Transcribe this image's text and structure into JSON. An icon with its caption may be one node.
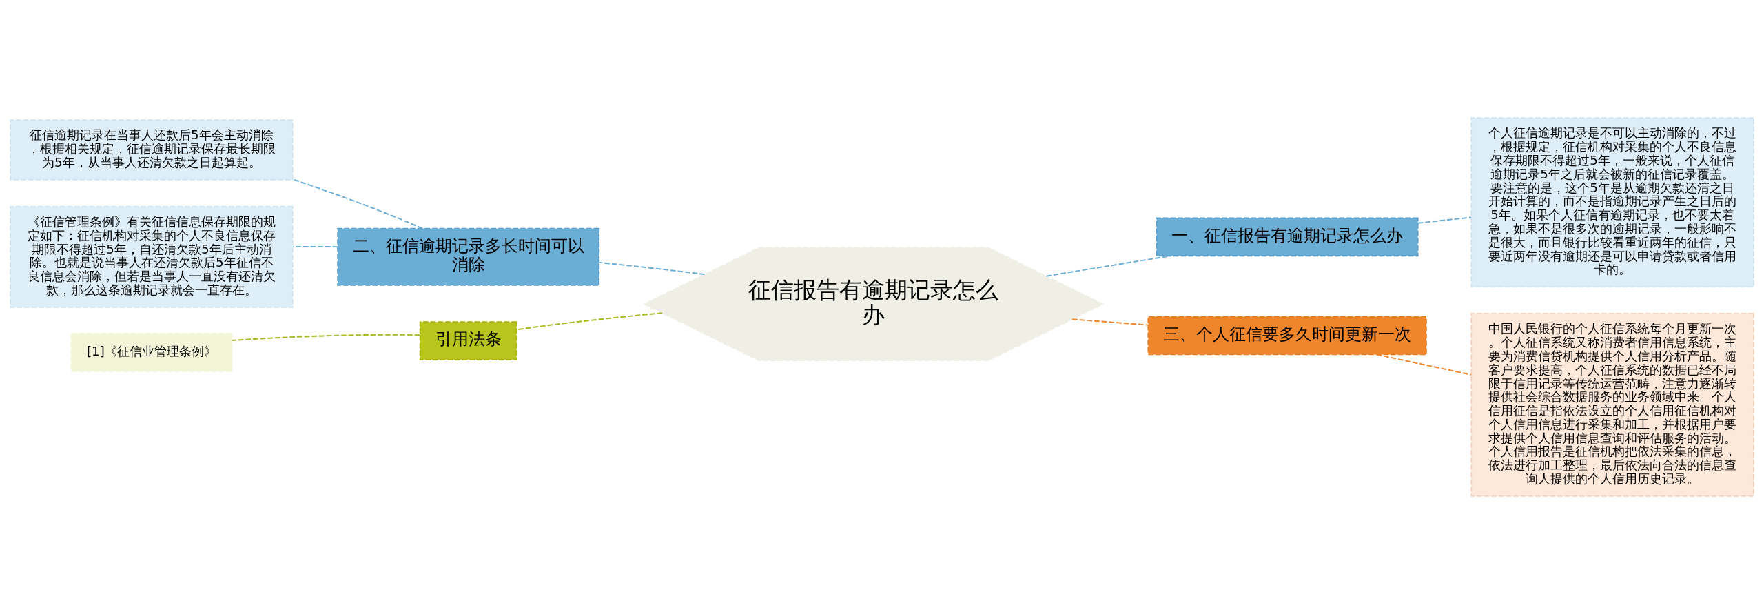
{
  "diagram": {
    "nodes": [
      {
        "text": [
          "征信报告有逾期记录怎么办"
        ]
      },
      {
        "text": [
          "一、征信报告有逾期记录怎么办"
        ]
      },
      {
        "text": [
          "个人征信逾期记录是不可以主动消除的，不过，根据规定，征信机构对采集的个人不良信息保存期限不得超过5年，一般来说，个人征信逾期记录5年之后就会被新的征信记录覆盖。要注意的是，这个5年是从逾期欠款还清之日开始计算的，而不是指逾期记录产生之日后的5年。如果个人征信有逾期记录，也不要太着急，如果不是很多次的逾期记录，一般影响不是很大，而且银行比较看重近两年的征信，只要近两年没有逾期还是可以申请贷款或者信用卡的。"
        ]
      },
      {
        "text": [
          "三、个人征信要多久时间更新一次"
        ]
      },
      {
        "text": [
          "中国人民银行的个人征信系统每个月更新一次。个人征信系统又称消费者信用信息系统，主要为消费信贷机构提供个人信用分析产品。随客户要求提高，个人征信系统的数据已经不局限于信用记录等传统运营范畴，注意力逐渐转提供社会综合数据服务的业务领域中来。个人信用征信是指依法设立的个人信用征信机构对个人信用信息进行采集和加工，并根据用户要求提供个人信用信息查询和评估服务的活动。个人信用报告是征信机构把依法采集的信息，依法进行加工整理，最后依法向合法的信息查询人提供的个人信用历史记录。"
        ]
      },
      {
        "text": [
          "二、征信逾期记录多长时间可以消除"
        ]
      },
      {
        "text": [
          "征信逾期记录在当事人还款后5年会主动消除，根据相关规定，征信逾期记录保存最长期限为5年，从当事人还清欠款之日起算起。"
        ]
      },
      {
        "text": [
          "《征信管理条例》有关征信信息保存期限的规定如下：征信机构对采集的个人不良信息保存期限不得超过5年，自还清欠款5年后主动消除。也就是说当事人在还清欠款后5年征信不良信息会消除，但若是当事人一直没有还清欠款，那么这条逾期记录就会一直存在。"
        ]
      },
      {
        "text": [
          "引用法条"
        ]
      },
      {
        "text": [
          "[1]《征信业管理条例》"
        ]
      }
    ],
    "edges": [
      {
        "from": 0,
        "to": 1,
        "arrow": "none",
        "style": "dashed"
      },
      {
        "from": 1,
        "to": 2,
        "arrow": "none",
        "style": "dashed"
      },
      {
        "from": 0,
        "to": 3,
        "arrow": "none",
        "style": "dashed",
        "color": "#f0862b"
      },
      {
        "from": 3,
        "to": 4,
        "arrow": "none",
        "style": "dashed",
        "color": "#f0862b"
      },
      {
        "from": 0,
        "to": 5,
        "arrow": "none",
        "style": "dashed"
      },
      {
        "from": 5,
        "to": 6,
        "arrow": "none",
        "style": "dashed"
      },
      {
        "from": 5,
        "to": 7,
        "arrow": "none",
        "style": "dashed"
      },
      {
        "from": 0,
        "to": 8,
        "arrow": "none",
        "style": "dashed",
        "color": "#a8b820"
      },
      {
        "from": 8,
        "to": 9,
        "arrow": "none",
        "style": "dashed",
        "color": "#a8b820"
      }
    ]
  }
}
